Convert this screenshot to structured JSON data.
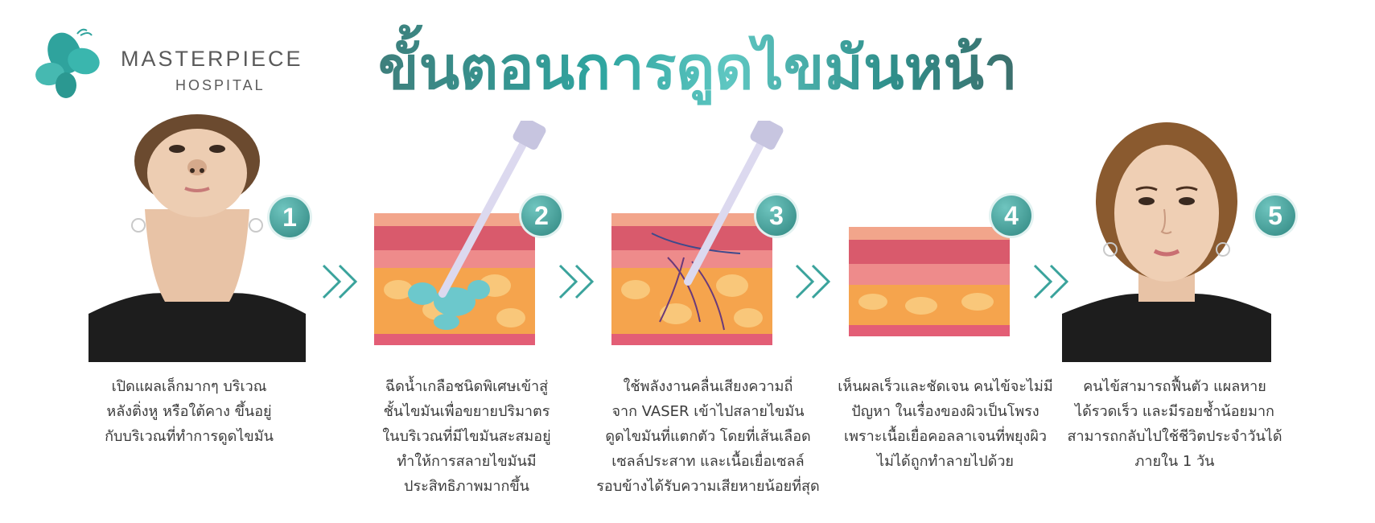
{
  "logo": {
    "name": "MASTERPIECE",
    "sub": "HOSPITAL"
  },
  "title": "ขั้นตอนการดูดไขมันหน้า",
  "colors": {
    "teal": "#2f9a94",
    "skin_top": "#f09b80",
    "skin_red": "#e8697a",
    "fat": "#f5a44d",
    "fat_blob": "#f9c77a",
    "solution": "#6cc8cc"
  },
  "steps": [
    {
      "number": "1",
      "lines": [
        "เปิดแผลเล็กมากๆ บริเวณ",
        "หลังติ่งหู หรือใต้คาง ขึ้นอยู่",
        "กับบริเวณที่ทำการดูดไขมัน"
      ]
    },
    {
      "number": "2",
      "lines": [
        "ฉีดน้ำเกลือชนิดพิเศษเข้าสู่",
        "ชั้นไขมันเพื่อขยายปริมาตร",
        "ในบริเวณที่มีไขมันสะสมอยู่",
        "ทำให้การสลายไขมันมี",
        "ประสิทธิภาพมากขึ้น"
      ]
    },
    {
      "number": "3",
      "lines": [
        "ใช้พลังงานคลื่นเสียงความถี่",
        "จาก VASER เข้าไปสลายไขมัน",
        "ดูดไขมันที่แตกตัว โดยที่เส้นเลือด",
        "เซลล์ประสาท และเนื้อเยื่อเซลล์",
        "รอบข้างได้รับความเสียหายน้อยที่สุด"
      ]
    },
    {
      "number": "4",
      "lines": [
        "เห็นผลเร็วและชัดเจน คนไข้จะไม่มี",
        "ปัญหา ในเรื่องของผิวเป็นโพรง",
        "เพราะเนื้อเยื่อคอลลาเจนที่พยุงผิว",
        "ไม่ได้ถูกทำลายไปด้วย"
      ]
    },
    {
      "number": "5",
      "lines": [
        "คนไข้สามารถฟื้นตัว แผลหาย",
        "ได้รวดเร็ว และมีรอยช้ำน้อยมาก",
        "สามารถกลับไปใช้ชีวิตประจำวันได้",
        "ภายใน 1 วัน"
      ]
    }
  ]
}
